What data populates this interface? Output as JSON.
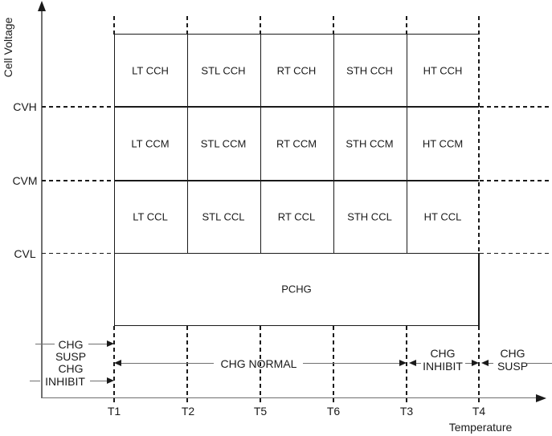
{
  "figure": {
    "y_axis_title": "Cell Voltage",
    "x_axis_title": "Temperature",
    "voltage_thresholds": [
      "CVH",
      "CVM",
      "CVL"
    ],
    "temperature_thresholds": [
      "T1",
      "T2",
      "T5",
      "T6",
      "T3",
      "T4"
    ]
  },
  "grid": {
    "rows": [
      {
        "cells": [
          "LT CCH",
          "STL CCH",
          "RT CCH",
          "STH CCH",
          "HT CCH"
        ]
      },
      {
        "cells": [
          "LT CCM",
          "STL CCM",
          "RT CCM",
          "STH CCM",
          "HT CCM"
        ]
      },
      {
        "cells": [
          "LT CCL",
          "STL CCL",
          "RT CCL",
          "STH CCL",
          "HT CCL"
        ]
      }
    ],
    "precharge": "PCHG"
  },
  "annotations": {
    "left_chg_susp": [
      "CHG",
      "SUSP"
    ],
    "left_chg_inhibit": [
      "CHG",
      "INHIBIT"
    ],
    "chg_normal": "CHG NORMAL",
    "chg_inhibit": [
      "CHG",
      "INHIBIT"
    ],
    "chg_susp": [
      "CHG",
      "SUSP"
    ]
  },
  "colors": {
    "line": "#1a1a1a",
    "axis": "#707070",
    "text": "#1a1a1a",
    "background": "#ffffff"
  }
}
